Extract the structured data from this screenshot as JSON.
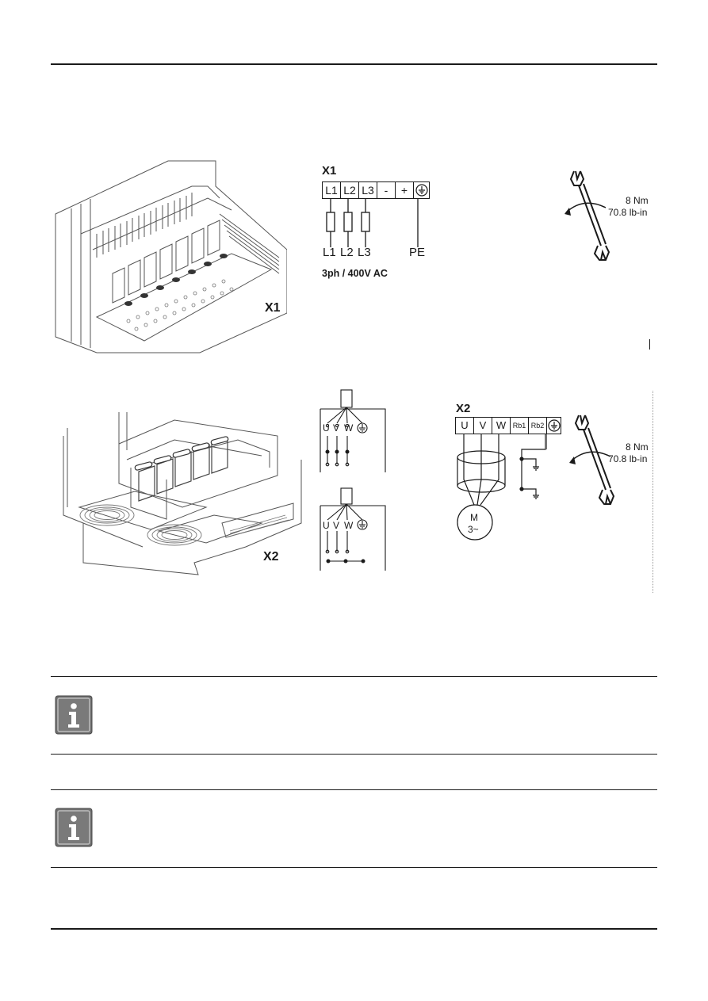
{
  "x1_section": {
    "photo_label": "X1",
    "diagram_label": "X1",
    "terminals": [
      "L1",
      "L2",
      "L3",
      "-",
      "+"
    ],
    "line_labels": [
      "L1",
      "L2",
      "L3"
    ],
    "pe_label": "PE",
    "supply": "3ph / 400V AC",
    "torque_nm": "8 Nm",
    "torque_lbin": "70.8 lb-in"
  },
  "x2_section": {
    "photo_label": "X2",
    "diagram_label": "X2",
    "terminals": [
      "U",
      "V",
      "W",
      "Rb1",
      "Rb2"
    ],
    "motor_phases": [
      "U",
      "V",
      "W"
    ],
    "motor_label": "M",
    "motor_sub": "3~",
    "torque_nm": "8 Nm",
    "torque_lbin": "70.8 lb-in"
  },
  "notes": [
    {
      "icon": "info-icon",
      "text": ""
    },
    {
      "icon": "info-icon",
      "text": ""
    }
  ],
  "colors": {
    "rule": "#1a1a1a",
    "icon_gray": "#6f6f6f",
    "line_art": "#555555"
  }
}
